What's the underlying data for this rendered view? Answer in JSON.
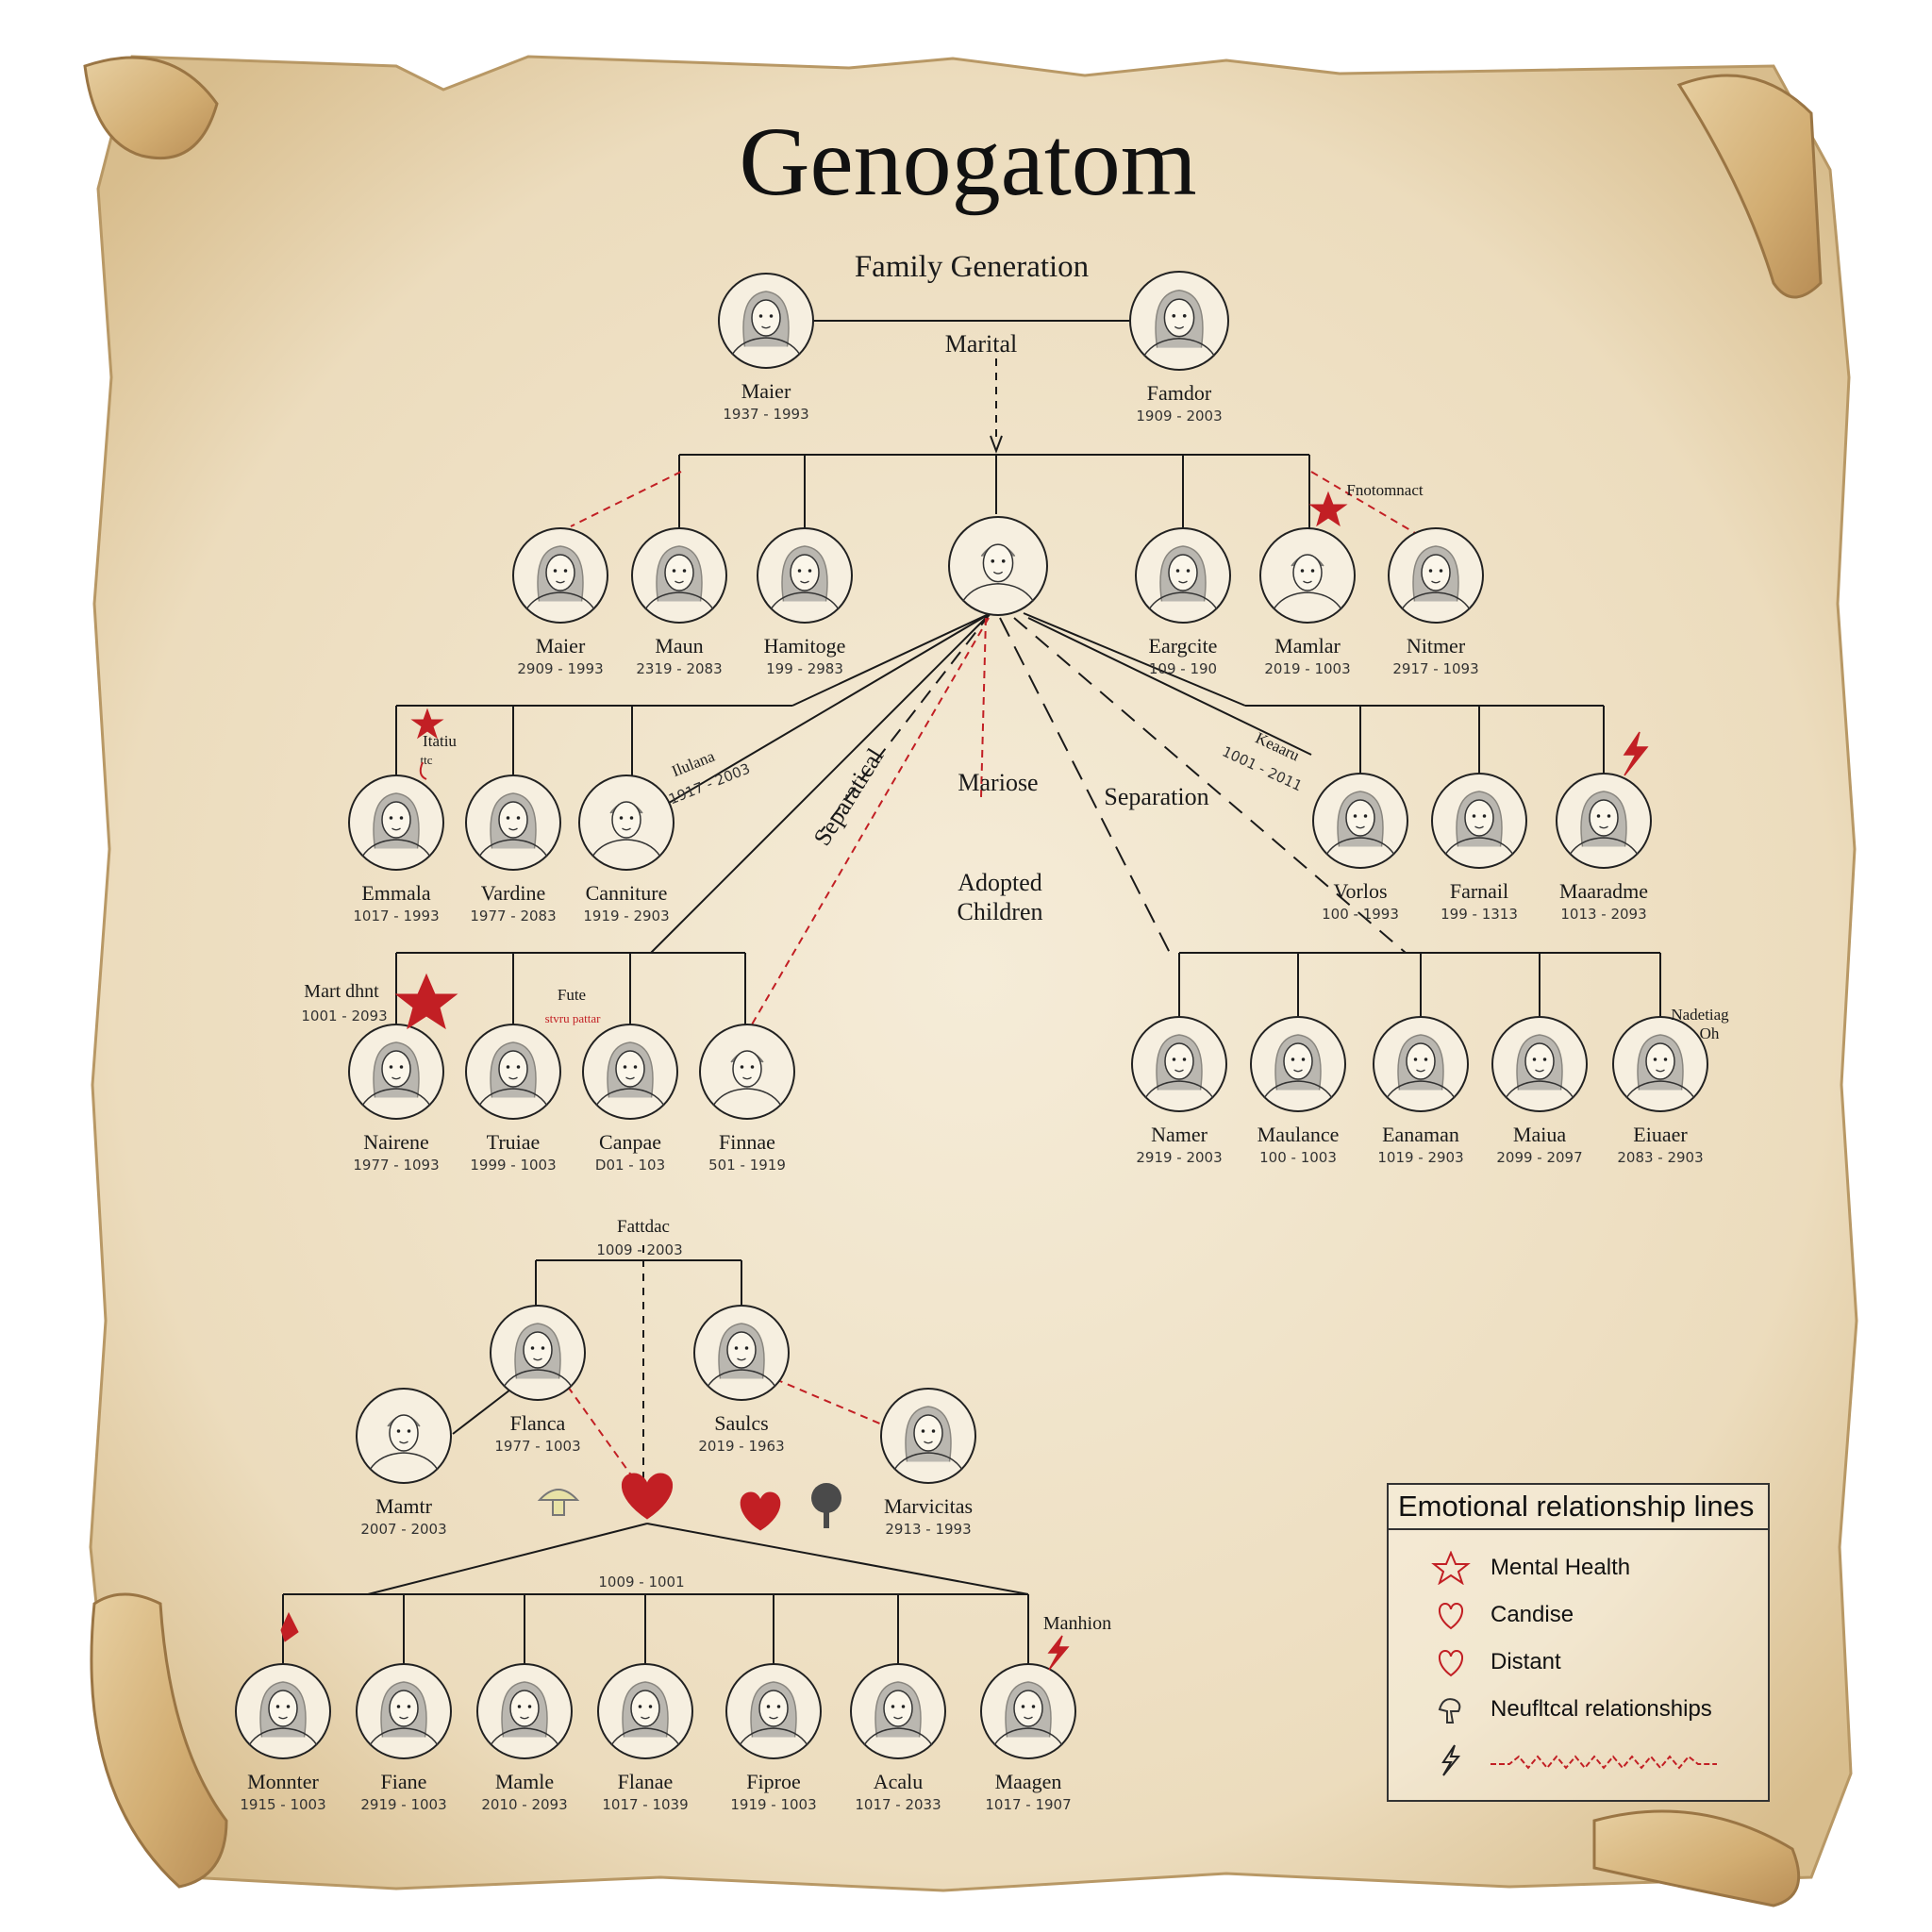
{
  "title": "Genogatom",
  "subtitle": "Family Generation",
  "colors": {
    "red": "#c21f24",
    "ink": "#1a1a1a",
    "parchment": "#f1e6cf"
  },
  "relation_labels": {
    "marital": "Marital",
    "marriage": "Mariose",
    "separation": "Separation",
    "separation_diag": "Separatical",
    "adopted": "Adopted\nChildren"
  },
  "people": {
    "g1_left": {
      "name": "Maier",
      "years": "1937 - 1993"
    },
    "g1_right": {
      "name": "Famdor",
      "years": "1909 - 2003"
    },
    "g2_a": {
      "name": "Maier",
      "years": "2909 - 1993"
    },
    "g2_b": {
      "name": "Maun",
      "years": "2319 - 2083"
    },
    "g2_c": {
      "name": "Hamitoge",
      "years": "199 - 2983"
    },
    "g2_d": {
      "name": "",
      "years": ""
    },
    "g2_e": {
      "name": "Eargcite",
      "years": "109 - 190"
    },
    "g2_f": {
      "name": "Mamlar",
      "years": "2019 - 1003"
    },
    "g2_g": {
      "name": "Nitmer",
      "years": "2917 - 1093"
    },
    "g3_a": {
      "name": "Emmala",
      "years": "1017 - 1993"
    },
    "g3_b": {
      "name": "Vardine",
      "years": "1977 - 2083"
    },
    "g3_c": {
      "name": "Canniture",
      "years": "1919 - 2903"
    },
    "g3_d": {
      "name": "Vorlos",
      "years": "100 - 1993"
    },
    "g3_e": {
      "name": "Farnail",
      "years": "199 - 1313"
    },
    "g3_f": {
      "name": "Maaradme",
      "years": "1013 - 2093"
    },
    "g4_a": {
      "name": "Nairene",
      "years": "1977 - 1093"
    },
    "g4_b": {
      "name": "Truiae",
      "years": "1999 - 1003"
    },
    "g4_c": {
      "name": "Canpae",
      "years": "D01 - 103"
    },
    "g4_d": {
      "name": "Finnae",
      "years": "501 - 1919"
    },
    "g4_e": {
      "name": "Namer",
      "years": "2919 - 2003"
    },
    "g4_f": {
      "name": "Maulance",
      "years": "100 - 1003"
    },
    "g4_g": {
      "name": "Eanaman",
      "years": "1019 - 2903"
    },
    "g4_h": {
      "name": "Maiua",
      "years": "2099 - 2097"
    },
    "g4_i": {
      "name": "Eiuaer",
      "years": "2083 - 2903"
    },
    "f2_top_a": {
      "name": "Flanca",
      "years": "1977 - 1003"
    },
    "f2_top_b": {
      "name": "Saulcs",
      "years": "2019 - 1963"
    },
    "f2_left": {
      "name": "Mamtr",
      "years": "2007 - 2003"
    },
    "f2_right": {
      "name": "Marvicitas",
      "years": "2913 - 1993"
    },
    "f2_c1": {
      "name": "Monnter",
      "years": "1915 - 1003"
    },
    "f2_c2": {
      "name": "Fiane",
      "years": "2919 - 1003"
    },
    "f2_c3": {
      "name": "Mamle",
      "years": "2010 - 2093"
    },
    "f2_c4": {
      "name": "Flanae",
      "years": "1017 - 1039"
    },
    "f2_c5": {
      "name": "Fiproe",
      "years": "1919 - 1003"
    },
    "f2_c6": {
      "name": "Acalu",
      "years": "1017 - 2033"
    },
    "f2_c7": {
      "name": "Maagen",
      "years": "1017 - 1907"
    }
  },
  "annotations": {
    "top_right_note": "Fnotomnact",
    "g3_star_note": "Itatiu",
    "g3_star_note2": "ttc",
    "g3_line_note": "Ilulana",
    "g3_line_note_years": "1917 - 2003",
    "right_line_note": "Keaaru",
    "right_line_note_years": "1001 - 2011",
    "g4_left_note": "Mart dhnt",
    "g4_left_note_years": "1001 - 2093",
    "g4_mid_note": "Fute",
    "g4_mid_note_red": "stvru pattar",
    "g4_right_note": "Nadetiag",
    "g4_right_note2": "Oh",
    "f2_head_name": "Fattdac",
    "f2_head_years": "1009 - 2003",
    "f2_child_years": "1009 - 1001",
    "f2_right_note": "Manhion"
  },
  "legend": {
    "title": "Emotional relationship lines",
    "items": [
      {
        "icon": "star-icon",
        "label": "Mental Health"
      },
      {
        "icon": "heart-icon",
        "label": "Candise"
      },
      {
        "icon": "heart-icon",
        "label": "Distant"
      },
      {
        "icon": "tree-icon",
        "label": "Neufltcal relationships"
      },
      {
        "icon": "lightning-icon",
        "label": ""
      }
    ]
  }
}
